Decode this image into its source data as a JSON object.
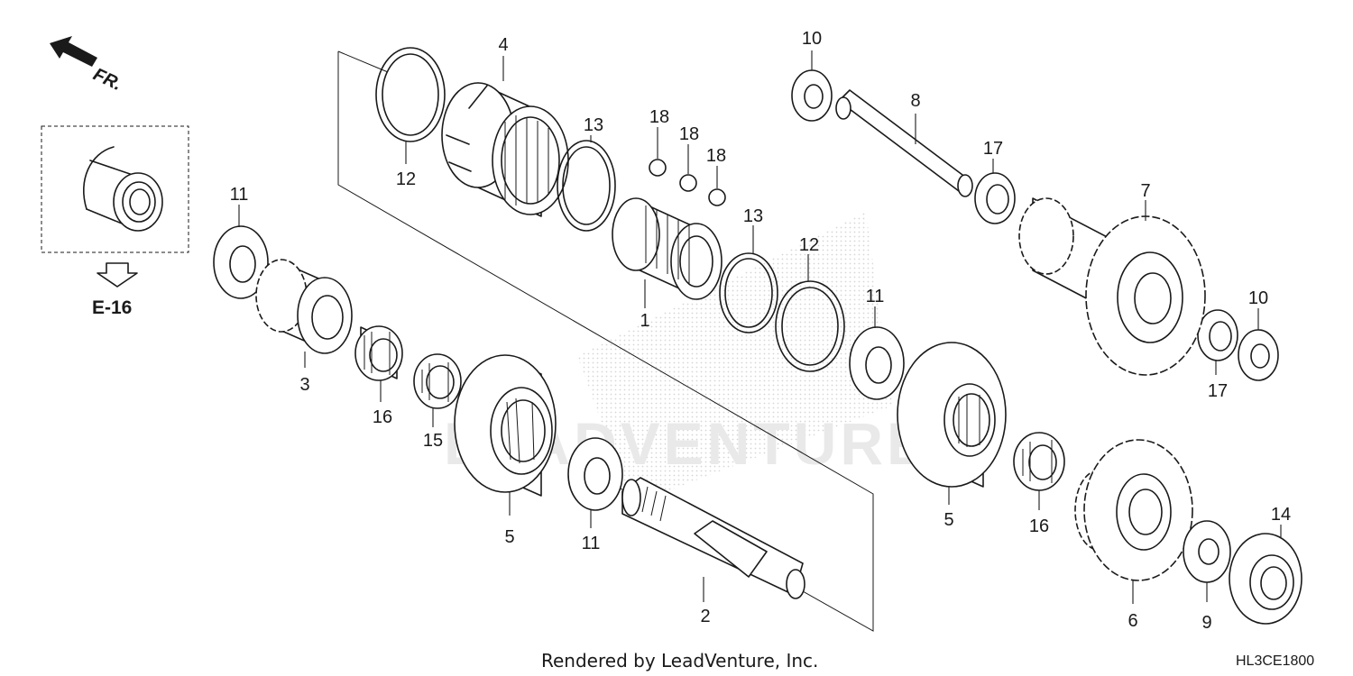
{
  "orientation": {
    "label": "FR."
  },
  "reference": {
    "label": "E-16"
  },
  "watermark": {
    "text": "LEADVENTURE"
  },
  "callouts": {
    "c1": "1",
    "c2": "2",
    "c3": "3",
    "c4": "4",
    "c5a": "5",
    "c5b": "5",
    "c6": "6",
    "c7": "7",
    "c8": "8",
    "c9": "9",
    "c10a": "10",
    "c10b": "10",
    "c11a": "11",
    "c11b": "11",
    "c11c": "11",
    "c12a": "12",
    "c12b": "12",
    "c13a": "13",
    "c13b": "13",
    "c14": "14",
    "c15": "15",
    "c16a": "16",
    "c16b": "16",
    "c17a": "17",
    "c17b": "17",
    "c18a": "18",
    "c18b": "18",
    "c18c": "18"
  },
  "footer": {
    "credit": "Rendered by LeadVenture, Inc.",
    "diagram_code": "HL3CE1800"
  }
}
